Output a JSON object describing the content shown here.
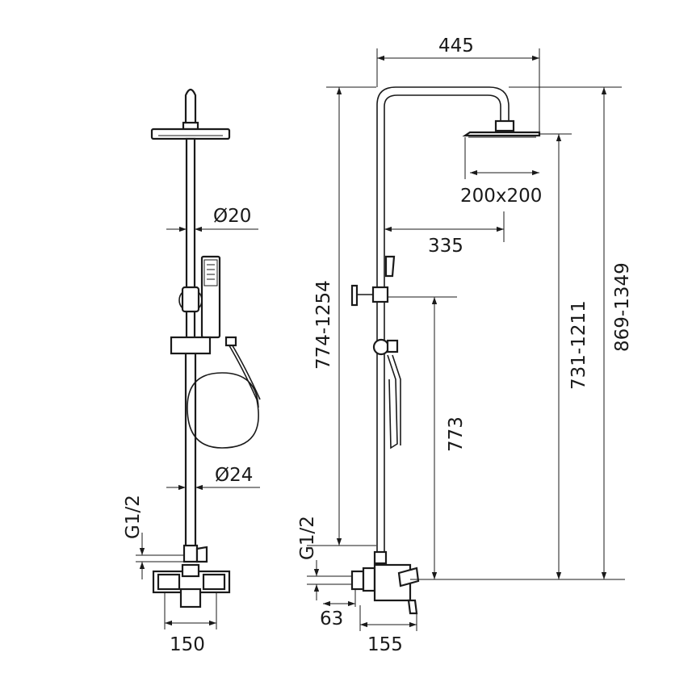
{
  "diagram": {
    "front_view": {
      "pipe_diameter_top": "Ø20",
      "pipe_diameter_bottom": "Ø24",
      "inlet_thread": "G1/2",
      "inlet_spacing": "150"
    },
    "side_view": {
      "arm_reach": "445",
      "head_size": "200x200",
      "arm_offset": "335",
      "adjustable_rail_height": "774-1254",
      "holder_height": "773",
      "head_height": "731-1211",
      "total_height": "869-1349",
      "inlet_thread": "G1/2",
      "inlet_projection": "63",
      "spout_projection": "155"
    }
  }
}
